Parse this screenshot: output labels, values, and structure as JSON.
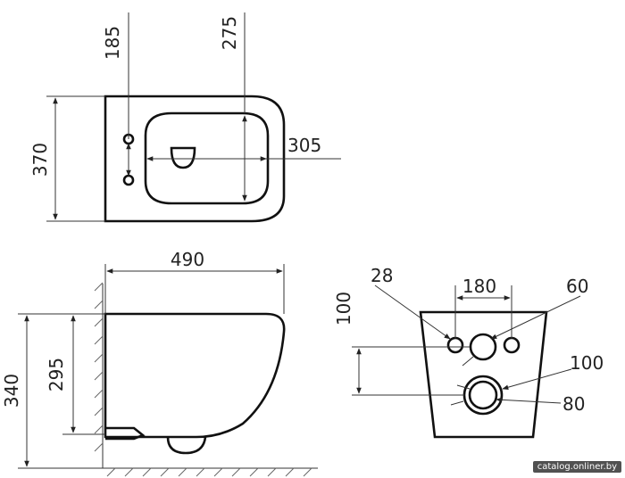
{
  "top_view": {
    "width": "370",
    "depth": "305",
    "dim_185": "185",
    "dim_275": "275"
  },
  "side_view": {
    "length": "490",
    "height_total": "340",
    "height_outlet": "295"
  },
  "rear_view": {
    "d_28": "28",
    "d_180": "180",
    "d_60": "60",
    "d_100_vert": "100",
    "d_100_outlet": "100",
    "d_80": "80"
  },
  "watermark": "catalog.onliner.by"
}
